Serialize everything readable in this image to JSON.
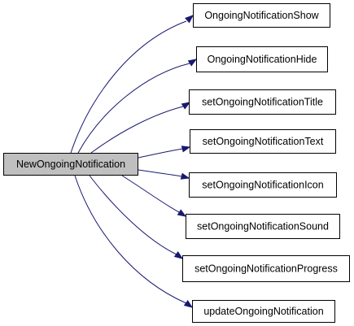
{
  "graph": {
    "root": {
      "label": "NewOngoingNotification"
    },
    "targets": [
      {
        "label": "OngoingNotificationShow"
      },
      {
        "label": "OngoingNotificationHide"
      },
      {
        "label": "setOngoingNotificationTitle"
      },
      {
        "label": "setOngoingNotificationText"
      },
      {
        "label": "setOngoingNotificationIcon"
      },
      {
        "label": "setOngoingNotificationSound"
      },
      {
        "label": "setOngoingNotificationProgress"
      },
      {
        "label": "updateOngoingNotification"
      }
    ],
    "colors": {
      "root_fill": "#bfbfbf",
      "node_fill": "#ffffff",
      "border": "#000000",
      "edge": "#191970"
    }
  }
}
